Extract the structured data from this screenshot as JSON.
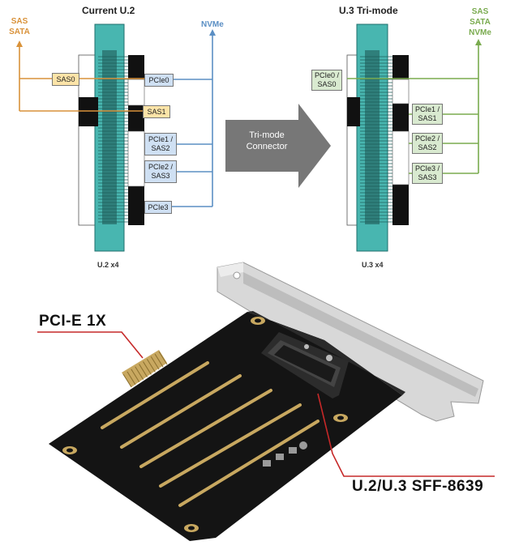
{
  "left_diagram": {
    "title": "Current U.2",
    "footer": "U.2 x4",
    "sas_sata_label": [
      "SAS",
      "SATA"
    ],
    "nvme_label": "NVMe",
    "boxes": [
      "SAS0",
      "SAS1",
      "PCIe0",
      "PCIe1 / SAS2",
      "PCIe2 / SAS3",
      "PCIe3"
    ]
  },
  "middle_arrow": {
    "label": "Tri-mode Connector"
  },
  "right_diagram": {
    "title": "U.3 Tri-mode",
    "footer": "U.3 x4",
    "legend": [
      "SAS",
      "SATA",
      "NVMe"
    ],
    "boxes": [
      "PCIe0 / SAS0",
      "PCIe1 / SAS1",
      "PCIe2 / SAS2",
      "PCIe3 / SAS3"
    ]
  },
  "callouts": {
    "pcie": "PCI-E 1X",
    "connector": "U.2/U.3 SFF-8639"
  },
  "colors": {
    "orange": "#d9923a",
    "blue": "#5b8fc4",
    "green": "#7aab4f",
    "teal": "#48b6b0",
    "red_line": "#c62828",
    "arrow": "#777777",
    "pcb": "#141414",
    "gold": "#c8a860"
  }
}
